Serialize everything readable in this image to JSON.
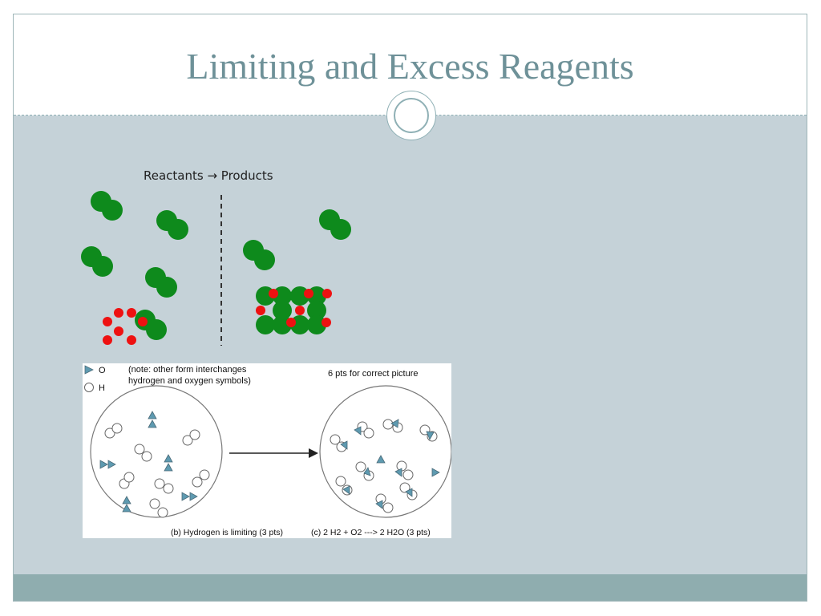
{
  "slide": {
    "title": "Limiting and Excess Reagents"
  },
  "figure1": {
    "heading": "Reactants → Products"
  },
  "figure2": {
    "legend_o": "O",
    "legend_h": "H",
    "note_line1": "(note: other form interchanges",
    "note_line2": "hydrogen and oxygen symbols)",
    "points_label": "6 pts for correct picture",
    "caption_b": "(b) Hydrogen is limiting (3 pts)",
    "caption_c": "(c) 2 H2 + O2 ---> 2 H2O (3 pts)"
  },
  "colors": {
    "title": "#6e9198",
    "body_bg": "#c5d2d8",
    "footer": "#8fadaf",
    "molecule_green": "#0e8a1c",
    "molecule_red": "#ee1111",
    "oxygen_triangle": "#5e9ab0"
  }
}
